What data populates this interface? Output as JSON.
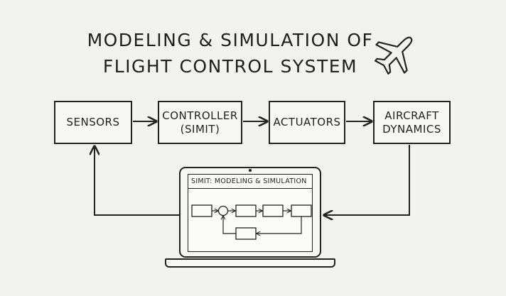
{
  "title": {
    "line1": "MODELING & SIMULATION OF",
    "line2": "FLIGHT CONTROL SYSTEM"
  },
  "icons": {
    "title_icon": "airplane-icon"
  },
  "blocks": [
    {
      "id": "sensors",
      "label": "SENSORS"
    },
    {
      "id": "controller",
      "label": "CONTROLLER\n(SIMIT)"
    },
    {
      "id": "actuators",
      "label": "ACTUATORS"
    },
    {
      "id": "aircraft",
      "label": "AIRCRAFT\nDYNAMICS"
    }
  ],
  "laptop": {
    "screen_title": "SIMIT: MODELING & SIMULATION"
  },
  "colors": {
    "ink": "#222222",
    "background": "#f2f2f0"
  }
}
